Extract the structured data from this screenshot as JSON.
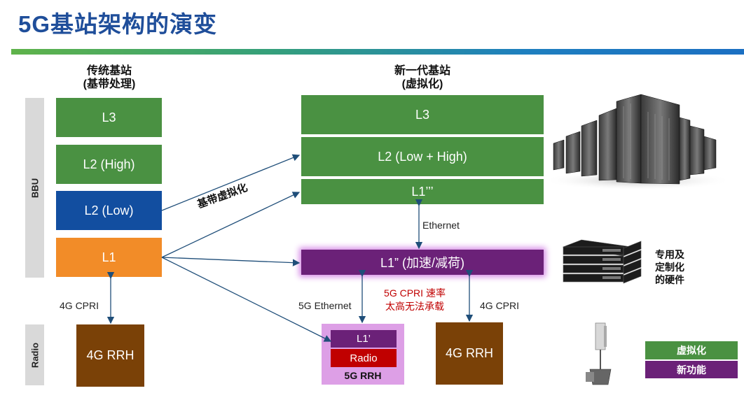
{
  "title": "5G基站架构的演变",
  "left_header": [
    "传统基站",
    "(基带处理)"
  ],
  "right_header": [
    "新一代基站",
    "(虚拟化)"
  ],
  "sidebar": {
    "bbu": "BBU",
    "radio": "Radio"
  },
  "left_stack": {
    "l3": "L3",
    "l2_high": "L2 (High)",
    "l2_low": "L2 (Low)",
    "l1": "L1"
  },
  "left_link": "4G CPRI",
  "left_rrh": "4G RRH",
  "virtualization_label": "基带虚拟化",
  "right_stack": {
    "l3": "L3",
    "l2": "L2 (Low + High)",
    "l1_triple": "L1’’’"
  },
  "ethernet": "Ethernet",
  "accel": "L1” (加速/减荷)",
  "five_g_ethernet": "5G Ethernet",
  "cpri_note": [
    "5G CPRI 速率",
    "太高无法承载"
  ],
  "right_link": "4G CPRI",
  "rrh5g": {
    "l1": "L1’",
    "radio": "Radio",
    "label": "5G RRH"
  },
  "right_rrh": "4G RRH",
  "hw_note": [
    "专用及",
    "定制化",
    "的硬件"
  ],
  "legend": {
    "virtualization": "虚拟化",
    "new_function": "新功能"
  },
  "colors": {
    "green": "#4a9142",
    "blue": "#124ea0",
    "orange": "#f28c28",
    "purple": "#6b2178",
    "brown": "#7a4107",
    "red": "#c00000",
    "arrow": "#1f4e79"
  }
}
